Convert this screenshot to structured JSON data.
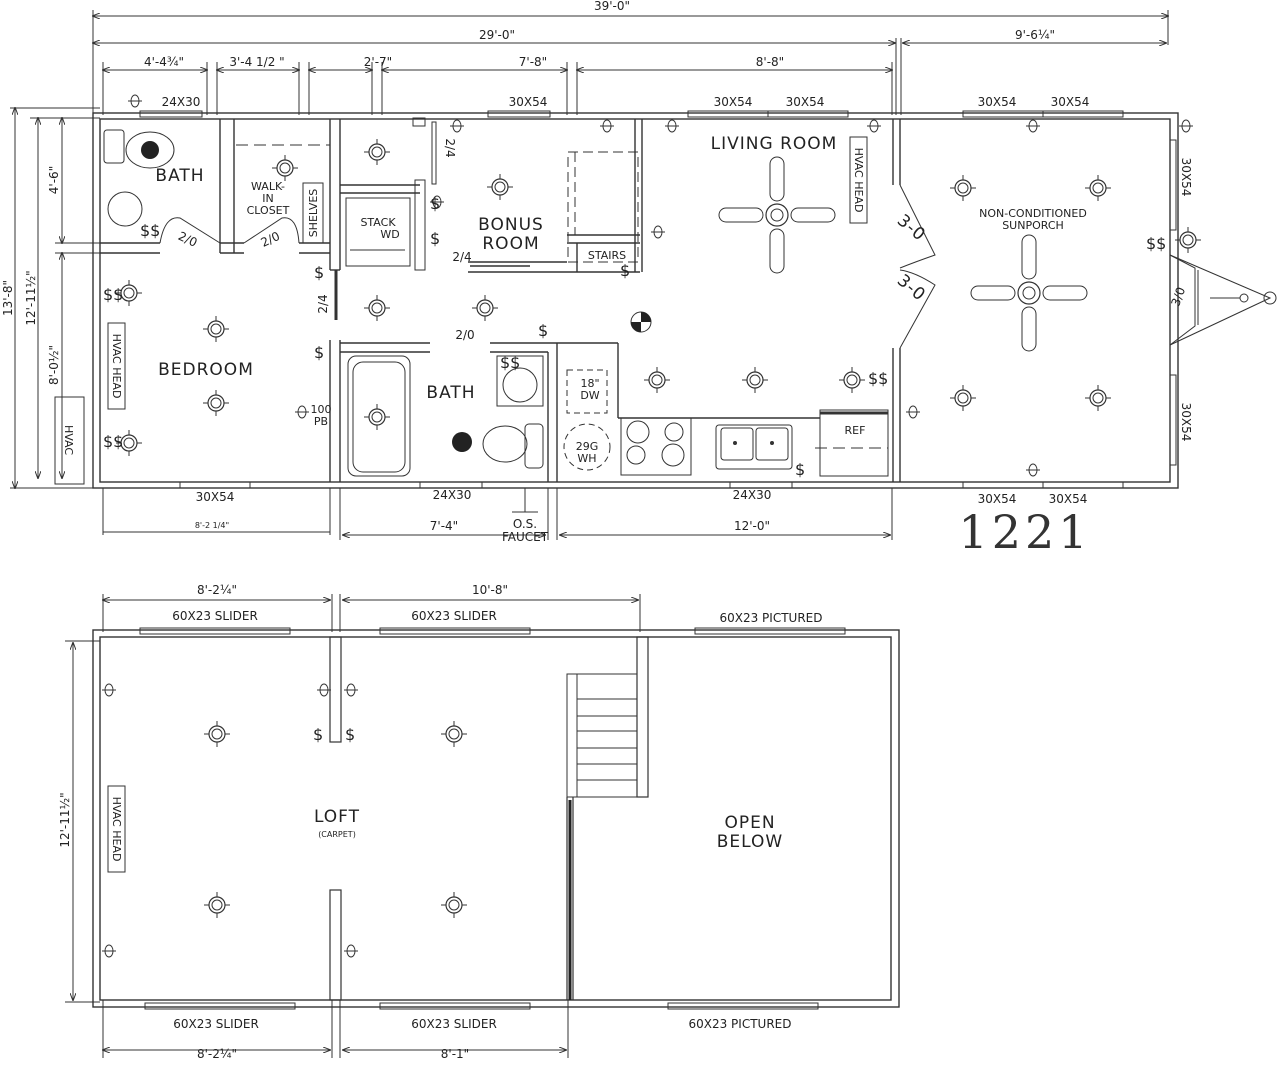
{
  "plan": {
    "model_number": "1221",
    "colors": {
      "line": "#333333",
      "background": "#ffffff"
    }
  },
  "main_floor": {
    "top_dimensions": {
      "overall": "39'-0\"",
      "main_body": "29'-0\"",
      "sunporch": "9'-6¼\"",
      "segments": [
        "4'-4¾\"",
        "3'-4  1/2  \"",
        "2'-7\"",
        "7'-8\"",
        "8'-8\""
      ]
    },
    "left_dimensions": {
      "overall": "13'-8\"",
      "inner": "12'-11½\"",
      "bath_depth": "4'-6\"",
      "bedroom_depth": "8'-0½\""
    },
    "bottom_dimensions": {
      "bedroom": "8'-2 1/4\"",
      "bath": "7'-4\"",
      "kitchen": "12'-0\""
    },
    "windows_top": [
      "24X30",
      "30X54",
      "30X54",
      "30X54",
      "30X54",
      "30X54"
    ],
    "windows_bottom": [
      "30X54",
      "24X30",
      "24X30",
      "30X54",
      "30X54"
    ],
    "windows_right": [
      "30X54",
      "30X54"
    ],
    "rooms": {
      "bath1": "BATH",
      "closet": [
        "WALK-",
        "IN",
        "CLOSET"
      ],
      "shelves": "SHELVES",
      "stack": [
        "STACK",
        "WD"
      ],
      "bonus": [
        "BONUS",
        "ROOM"
      ],
      "stairs": "STAIRS",
      "living": "LIVING  ROOM",
      "sunporch": [
        "NON-CONDITIONED",
        "SUNPORCH"
      ],
      "bedroom": "BEDROOM",
      "bath2": "BATH",
      "dw": [
        "18\"",
        "DW"
      ],
      "wh": [
        "29G",
        "WH"
      ],
      "ref": "REF",
      "pb": [
        "100",
        "PB"
      ],
      "faucet": [
        "O.S.",
        "FAUCET"
      ]
    },
    "doors": {
      "bath1": "2/0",
      "closet": "2/0",
      "laundry": "2/4",
      "bonus": "2/4",
      "hall": "2/4",
      "bath2": "2/0",
      "sunporch_top": "3-0",
      "sunporch_bottom": "3-0",
      "exterior": "3/0"
    },
    "hvac": {
      "unit": "HVAC",
      "bedroom_head": "HVAC HEAD",
      "living_head": "HVAC HEAD"
    }
  },
  "loft": {
    "top_dimensions": [
      "8'-2¼\"",
      "10'-8\""
    ],
    "bottom_dimensions": [
      "8'-2¼\"",
      "8'-1\""
    ],
    "left_dimension": "12'-11½\"",
    "windows_top": [
      "60X23  SLIDER",
      "60X23  SLIDER",
      "60X23  PICTURED"
    ],
    "windows_bottom": [
      "60X23  SLIDER",
      "60X23  SLIDER",
      "60X23  PICTURED"
    ],
    "rooms": {
      "loft": "LOFT",
      "loft_note": "(CARPET)",
      "open": [
        "OPEN",
        "BELOW"
      ]
    },
    "hvac_head": "HVAC HEAD"
  }
}
